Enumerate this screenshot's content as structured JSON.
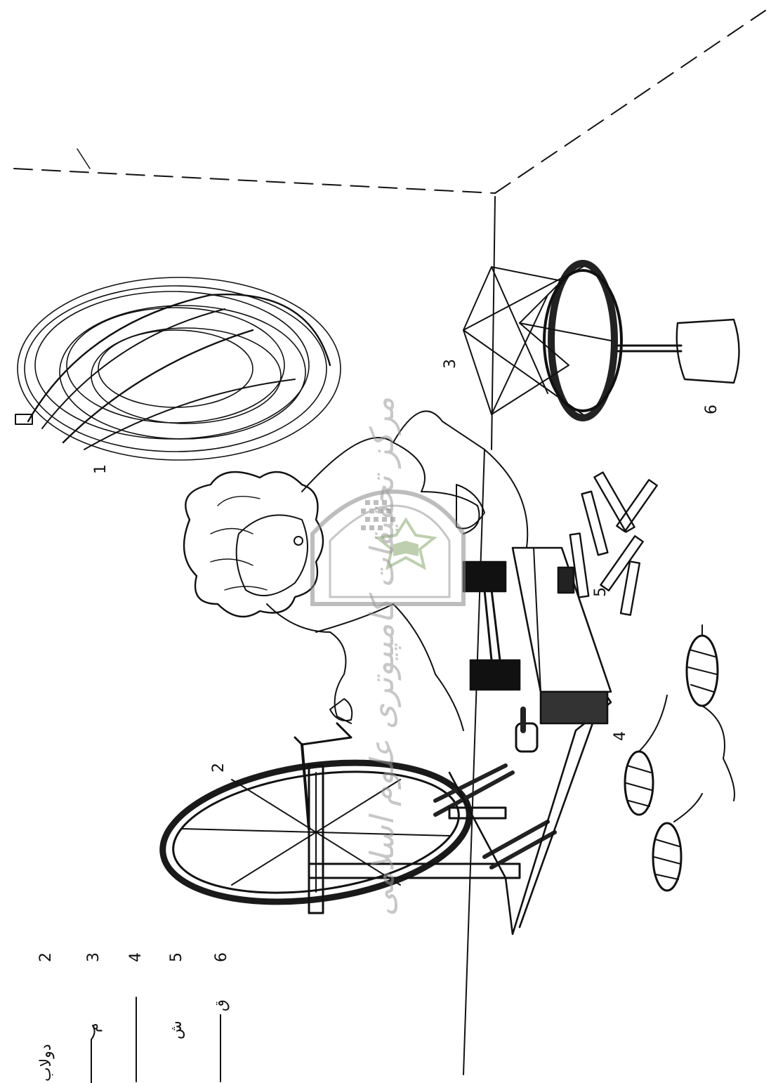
{
  "figure": {
    "callouts": [
      "1",
      "2",
      "3",
      "4",
      "5",
      "6"
    ]
  },
  "legend": {
    "items": [
      {
        "number": "2",
        "text": "دولاب"
      },
      {
        "number": "3",
        "text": "م"
      },
      {
        "number": "4",
        "text": ""
      },
      {
        "number": "5",
        "text": "ش"
      },
      {
        "number": "6",
        "text": "ق"
      }
    ]
  },
  "watermark": {
    "text": "مرکز تحقیقات کامپیوتری علوم اسلامی"
  }
}
